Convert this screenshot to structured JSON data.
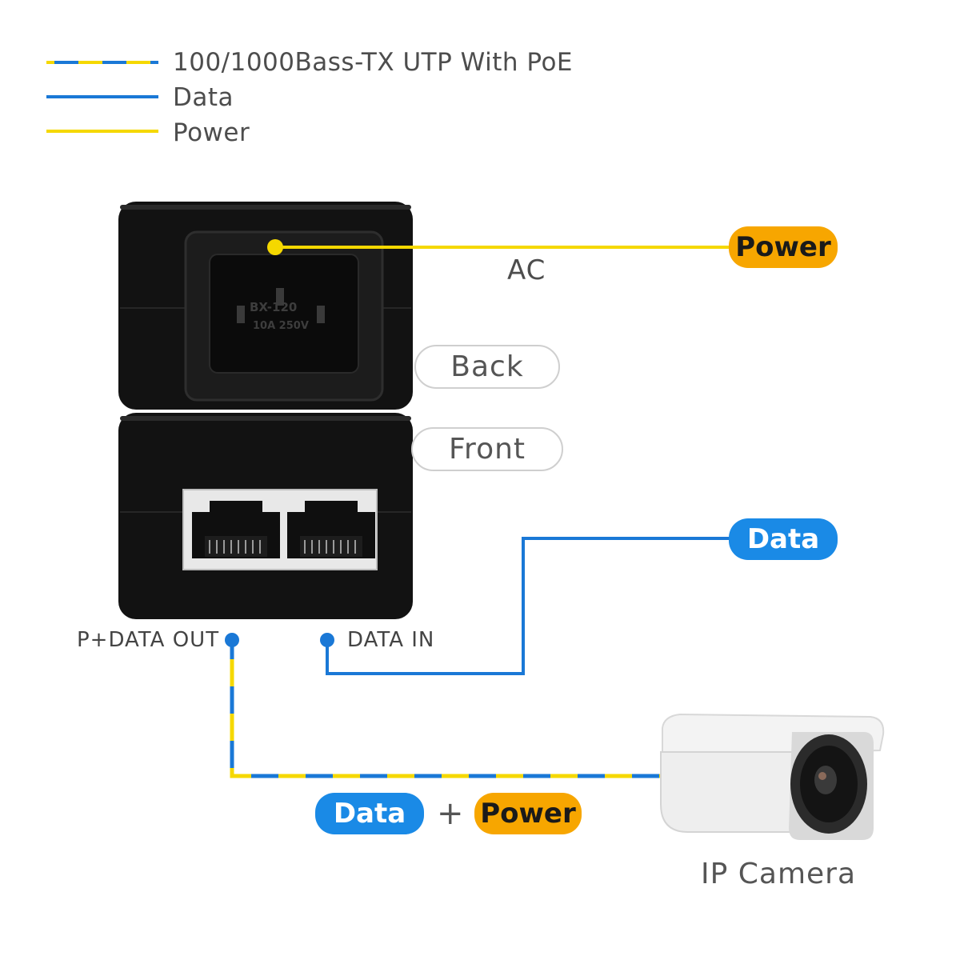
{
  "legend": [
    {
      "label": "100/1000Bass-TX UTP With PoE",
      "kind": "poe"
    },
    {
      "label": "Data",
      "kind": "data"
    },
    {
      "label": "Power",
      "kind": "power"
    }
  ],
  "colors": {
    "data": "#1a78d6",
    "power": "#f5d800",
    "pill_orange": "#f7a600",
    "pill_blue": "#1a8ae6"
  },
  "device": {
    "ac_label": "AC",
    "back_label": "Back",
    "front_label": "Front",
    "inlet_text": [
      "BX-120",
      "10A 250V"
    ]
  },
  "ports": {
    "out_label": "P+DATA OUT",
    "in_label": "DATA IN"
  },
  "tags": {
    "power": "Power",
    "data": "Data",
    "bottom_data": "Data",
    "plus": "+",
    "bottom_power": "Power"
  },
  "camera": {
    "label": "IP Camera"
  }
}
